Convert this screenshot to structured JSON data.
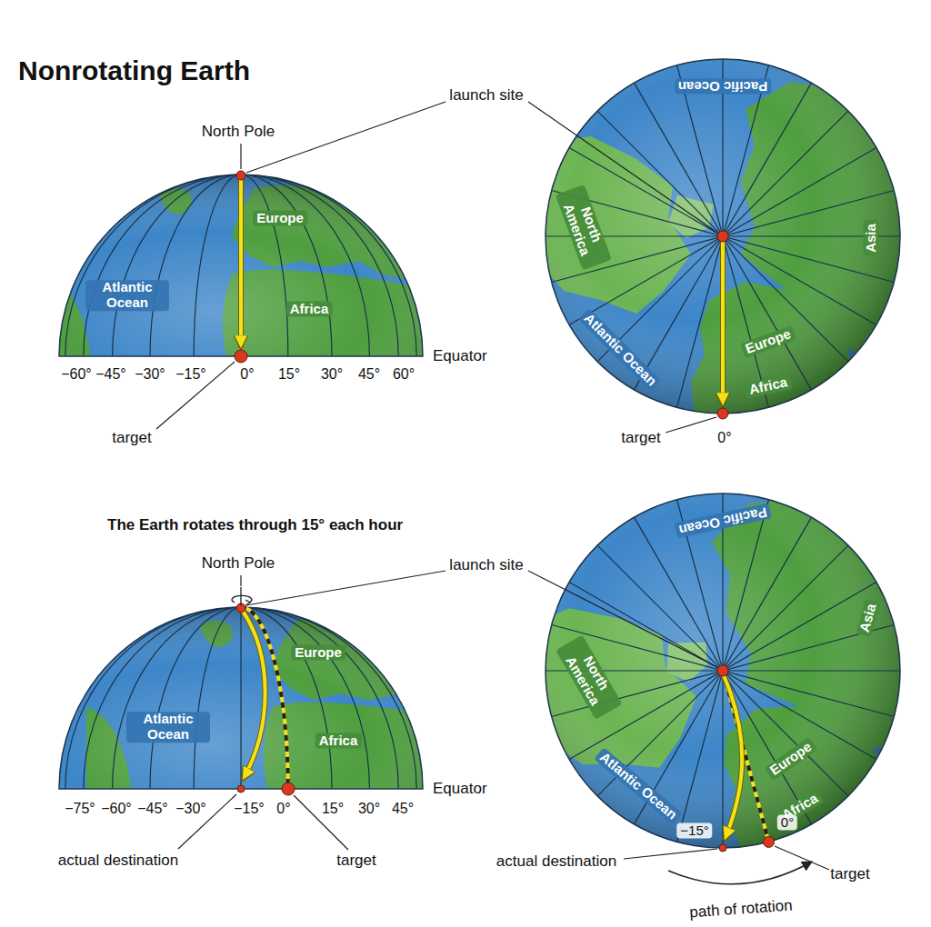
{
  "diagram": {
    "title": "Nonrotating Earth",
    "labels": [
      "launch site",
      "North Pole",
      "Europe",
      "Atlantic Ocean",
      "Africa",
      "Equator",
      "−60°",
      "−45°",
      "−30°",
      "−15°",
      "0°",
      "15°",
      "30°",
      "45°",
      "60°",
      "target",
      "Pacific Ocean",
      "North America",
      "Asia",
      "Atlantic Ocean",
      "Europe",
      "Africa",
      "target",
      "0°",
      "The Earth rotates through 15° each hour",
      "launch site",
      "North Pole",
      "Europe",
      "Atlantic Ocean",
      "Africa",
      "Equator",
      "−75°",
      "−60°",
      "−45°",
      "−30°",
      "−15°",
      "0°",
      "15°",
      "30°",
      "45°",
      "actual destination",
      "target",
      "Pacific Ocean",
      "Asia",
      "North America",
      "Atlantic Ocean",
      "Europe",
      "Africa",
      "actual destination",
      "−15°",
      "0°",
      "target",
      "path of rotation"
    ]
  }
}
